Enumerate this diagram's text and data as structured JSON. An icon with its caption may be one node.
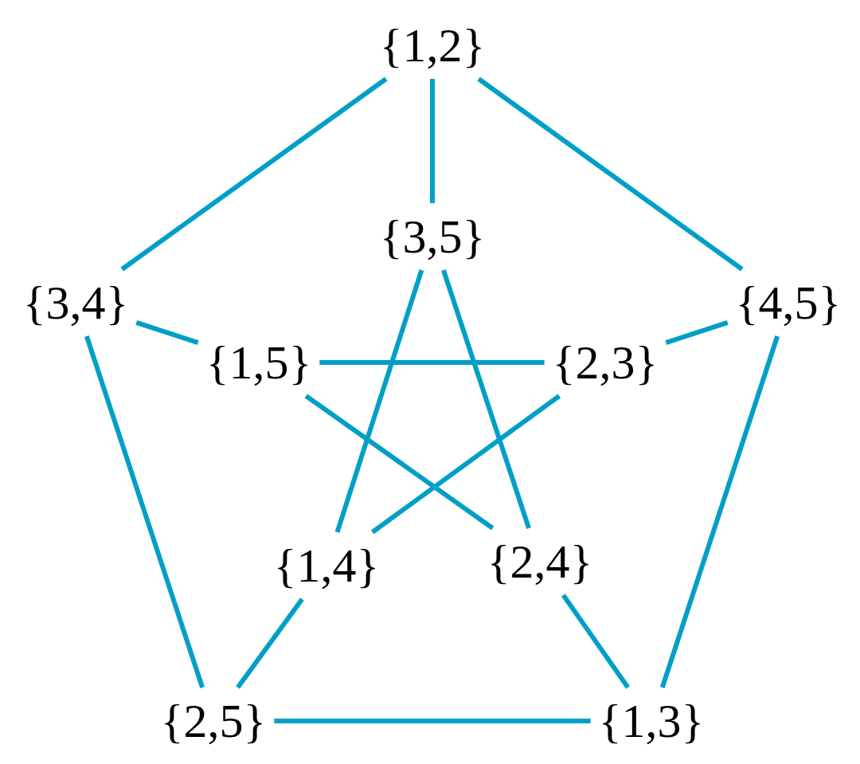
{
  "diagram": {
    "nodes": [
      {
        "text": [
          "{1,2}"
        ]
      },
      {
        "text": [
          "{3,5}"
        ]
      },
      {
        "text": [
          "{3,4}"
        ]
      },
      {
        "text": [
          "{4,5}"
        ]
      },
      {
        "text": [
          "{1,5}"
        ]
      },
      {
        "text": [
          "{2,3}"
        ]
      },
      {
        "text": [
          "{1,4}"
        ]
      },
      {
        "text": [
          "{2,4}"
        ]
      },
      {
        "text": [
          "{2,5}"
        ]
      },
      {
        "text": [
          "{1,3}"
        ]
      }
    ],
    "edges": [
      {
        "from": 0,
        "to": 2,
        "arrow": "none"
      },
      {
        "from": 0,
        "to": 1,
        "arrow": "none"
      },
      {
        "from": 0,
        "to": 3,
        "arrow": "none"
      },
      {
        "from": 1,
        "to": 6,
        "arrow": "none"
      },
      {
        "from": 1,
        "to": 7,
        "arrow": "none"
      },
      {
        "from": 2,
        "to": 4,
        "arrow": "none"
      },
      {
        "from": 3,
        "to": 5,
        "arrow": "none"
      },
      {
        "from": 4,
        "to": 5,
        "arrow": "none"
      },
      {
        "from": 4,
        "to": 7,
        "arrow": "none"
      },
      {
        "from": 5,
        "to": 6,
        "arrow": "none"
      },
      {
        "from": 2,
        "to": 8,
        "arrow": "none"
      },
      {
        "from": 3,
        "to": 9,
        "arrow": "none"
      },
      {
        "from": 6,
        "to": 8,
        "arrow": "none"
      },
      {
        "from": 7,
        "to": 9,
        "arrow": "none"
      },
      {
        "from": 8,
        "to": 9,
        "arrow": "none"
      }
    ]
  }
}
